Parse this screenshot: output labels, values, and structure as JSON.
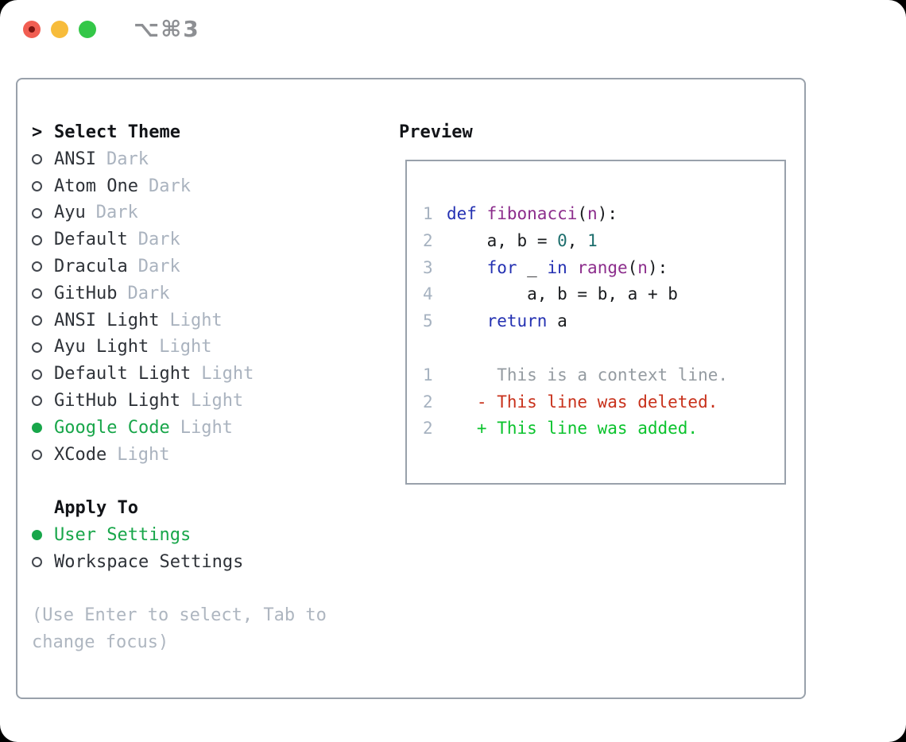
{
  "titlebar": {
    "shortcut": "⌥⌘3",
    "buttons": [
      "close",
      "minimize",
      "zoom"
    ]
  },
  "theme_panel": {
    "header": {
      "prompt": ">",
      "label": "Select Theme"
    },
    "themes": [
      {
        "name": "ANSI",
        "variant": "Dark",
        "selected": false
      },
      {
        "name": "Atom One",
        "variant": "Dark",
        "selected": false
      },
      {
        "name": "Ayu",
        "variant": "Dark",
        "selected": false
      },
      {
        "name": "Default",
        "variant": "Dark",
        "selected": false
      },
      {
        "name": "Dracula",
        "variant": "Dark",
        "selected": false
      },
      {
        "name": "GitHub",
        "variant": "Dark",
        "selected": false
      },
      {
        "name": "ANSI Light",
        "variant": "Light",
        "selected": false
      },
      {
        "name": "Ayu Light",
        "variant": "Light",
        "selected": false
      },
      {
        "name": "Default Light",
        "variant": "Light",
        "selected": false
      },
      {
        "name": "GitHub Light",
        "variant": "Light",
        "selected": false
      },
      {
        "name": "Google Code",
        "variant": "Light",
        "selected": true
      },
      {
        "name": "XCode",
        "variant": "Light",
        "selected": false
      }
    ],
    "apply_to": {
      "label": "Apply To",
      "options": [
        {
          "name": "User Settings",
          "selected": true
        },
        {
          "name": "Workspace Settings",
          "selected": false
        }
      ]
    },
    "help_text": "(Use Enter to select, Tab to\nchange focus)"
  },
  "preview": {
    "title": "Preview",
    "code_lines": [
      {
        "num": "1",
        "tokens": [
          {
            "t": "def",
            "c": "kwd"
          },
          {
            "t": " ",
            "c": "pln"
          },
          {
            "t": "fibonacci",
            "c": "typ"
          },
          {
            "t": "(",
            "c": "pun"
          },
          {
            "t": "n",
            "c": "typ"
          },
          {
            "t": "):",
            "c": "pun"
          }
        ]
      },
      {
        "num": "2",
        "tokens": [
          {
            "t": "    ",
            "c": "pln"
          },
          {
            "t": "a",
            "c": "var"
          },
          {
            "t": ", ",
            "c": "pln"
          },
          {
            "t": "b",
            "c": "var"
          },
          {
            "t": " = ",
            "c": "pln"
          },
          {
            "t": "0",
            "c": "lit"
          },
          {
            "t": ", ",
            "c": "pln"
          },
          {
            "t": "1",
            "c": "lit"
          }
        ]
      },
      {
        "num": "3",
        "tokens": [
          {
            "t": "    ",
            "c": "pln"
          },
          {
            "t": "for",
            "c": "kwd"
          },
          {
            "t": " _ ",
            "c": "pln"
          },
          {
            "t": "in",
            "c": "kwd"
          },
          {
            "t": " ",
            "c": "pln"
          },
          {
            "t": "range",
            "c": "typ"
          },
          {
            "t": "(",
            "c": "pun"
          },
          {
            "t": "n",
            "c": "typ"
          },
          {
            "t": "):",
            "c": "pun"
          }
        ]
      },
      {
        "num": "4",
        "tokens": [
          {
            "t": "        ",
            "c": "pln"
          },
          {
            "t": "a",
            "c": "var"
          },
          {
            "t": ", ",
            "c": "pln"
          },
          {
            "t": "b",
            "c": "var"
          },
          {
            "t": " = ",
            "c": "pln"
          },
          {
            "t": "b",
            "c": "var"
          },
          {
            "t": ", ",
            "c": "pln"
          },
          {
            "t": "a",
            "c": "var"
          },
          {
            "t": " + ",
            "c": "pln"
          },
          {
            "t": "b",
            "c": "var"
          }
        ]
      },
      {
        "num": "5",
        "tokens": [
          {
            "t": "    ",
            "c": "pln"
          },
          {
            "t": "return",
            "c": "kwd"
          },
          {
            "t": " ",
            "c": "pln"
          },
          {
            "t": "a",
            "c": "var"
          }
        ]
      }
    ],
    "diff_lines": [
      {
        "num": "1",
        "marker": " ",
        "text": "This is a context line.",
        "kind": "context"
      },
      {
        "num": "2",
        "marker": "-",
        "text": "This line was deleted.",
        "kind": "deleted"
      },
      {
        "num": "2",
        "marker": "+",
        "text": "This line was added.",
        "kind": "added"
      }
    ]
  },
  "colors": {
    "kwd": "#2431b2",
    "typ": "#8c2d8c",
    "lit": "#1d6e6d",
    "selected_green": "#18a64a",
    "added": "#0bc32d",
    "deleted": "#c8311b",
    "muted": "#aab3bf",
    "linenum": "#a6b2c0",
    "border": "#99a1ab"
  }
}
